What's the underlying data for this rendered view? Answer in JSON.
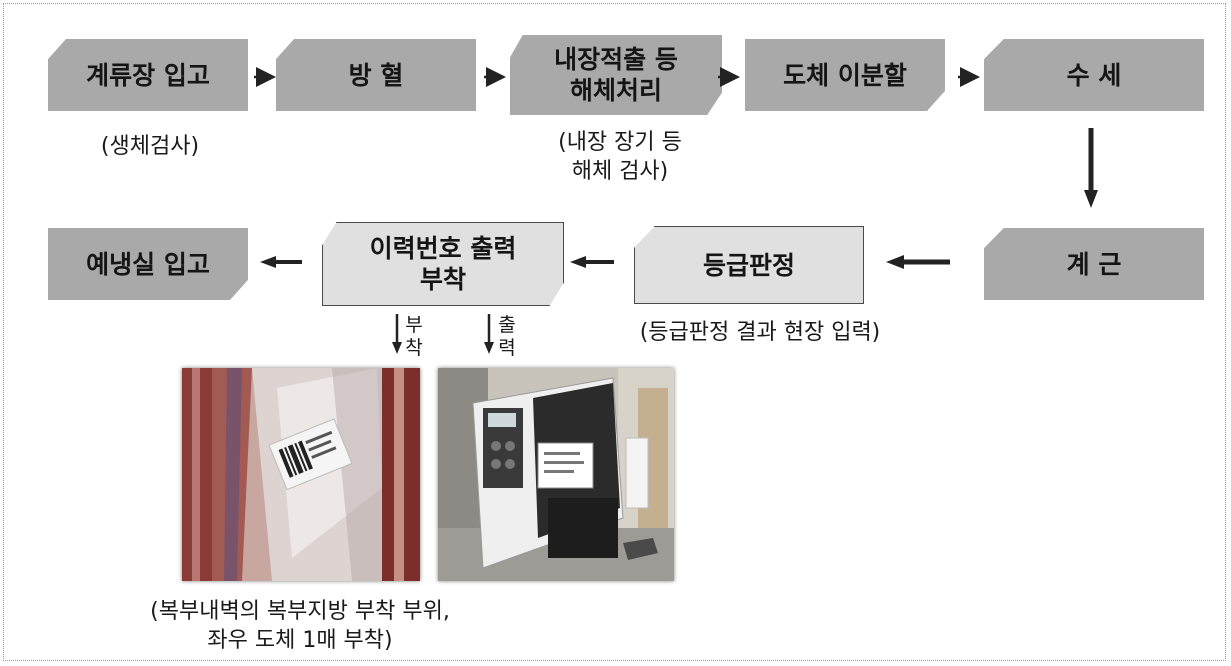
{
  "row1": {
    "step1": "계류장 입고",
    "step2": "방 혈",
    "step3_line1": "내장적출 등",
    "step3_line2": "해체처리",
    "step4": "도체 이분할",
    "step5": "수 세"
  },
  "row1_notes": {
    "step1": "(생체검사)",
    "step3_line1": "(내장 장기 등",
    "step3_line2": "해체 검사)"
  },
  "row2": {
    "step6": "계 근",
    "step7": "등급판정",
    "step8_line1": "이력번호 출력",
    "step8_line2": "부착",
    "step9": "예냉실 입고"
  },
  "row2_notes": {
    "step7": "(등급판정 결과 현장 입력)"
  },
  "sub_arrows": {
    "attach_1": "부",
    "attach_2": "착",
    "print_1": "출",
    "print_2": "력"
  },
  "photos": {
    "carcass_caption_line1": "(복부내벽의 복부지방 부착 부위,",
    "carcass_caption_line2": "좌우 도체 1매 부착)"
  }
}
